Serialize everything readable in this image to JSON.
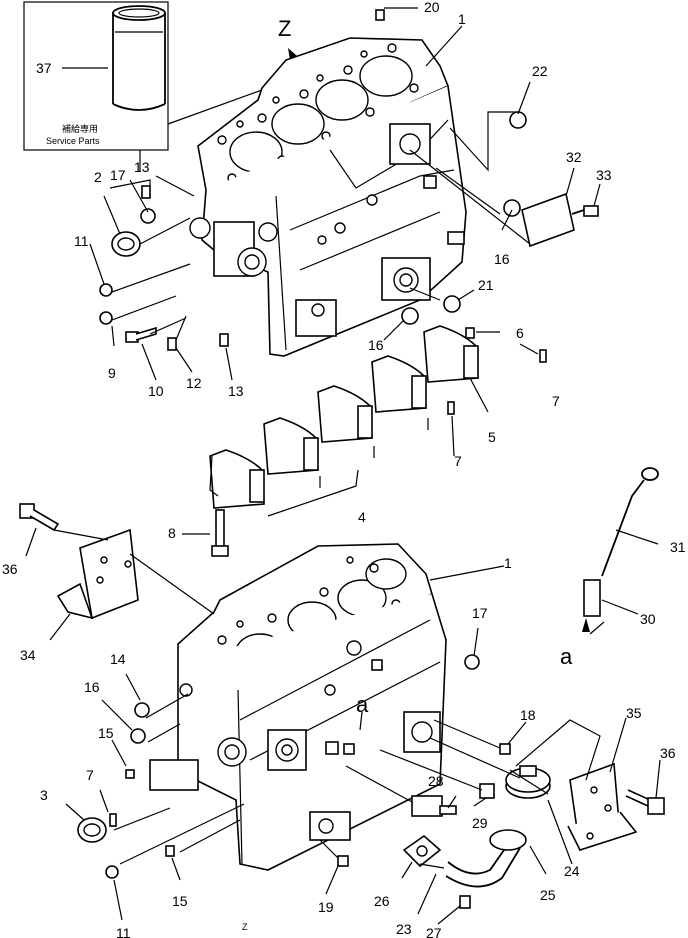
{
  "view_marker": "Z",
  "view_marker_bottom": "Z",
  "service_box": {
    "part_no": "37",
    "label_jp": "補給専用",
    "label_en": "Service Parts"
  },
  "connector_letters": {
    "upper": "a",
    "lower": "a"
  },
  "callouts": {
    "c1_top": "1",
    "c1_bottom": "1",
    "c2": "2",
    "c3": "3",
    "c4": "4",
    "c5": "5",
    "c6": "6",
    "c7_a": "7",
    "c7_b": "7",
    "c7_c": "7",
    "c8": "8",
    "c9": "9",
    "c10": "10",
    "c11_a": "11",
    "c11_b": "11",
    "c12": "12",
    "c13_a": "13",
    "c13_b": "13",
    "c14": "14",
    "c15_a": "15",
    "c15_b": "15",
    "c16_a": "16",
    "c16_b": "16",
    "c16_c": "16",
    "c17_a": "17",
    "c17_b": "17",
    "c18": "18",
    "c19": "19",
    "c20": "20",
    "c21": "21",
    "c22": "22",
    "c23": "23",
    "c24": "24",
    "c25": "25",
    "c26": "26",
    "c27": "27",
    "c28": "28",
    "c29": "29",
    "c30": "30",
    "c31": "31",
    "c32": "32",
    "c33": "33",
    "c34": "34",
    "c35": "35",
    "c36_a": "36",
    "c36_b": "36"
  }
}
